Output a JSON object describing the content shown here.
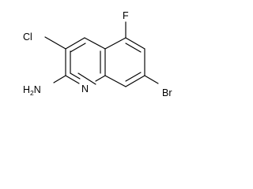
{
  "molecule": {
    "labels": {
      "fluorine": "F",
      "chlorine": "Cl",
      "bromine": "Br",
      "ring_nitrogen": "N",
      "amine": "H2N"
    }
  }
}
